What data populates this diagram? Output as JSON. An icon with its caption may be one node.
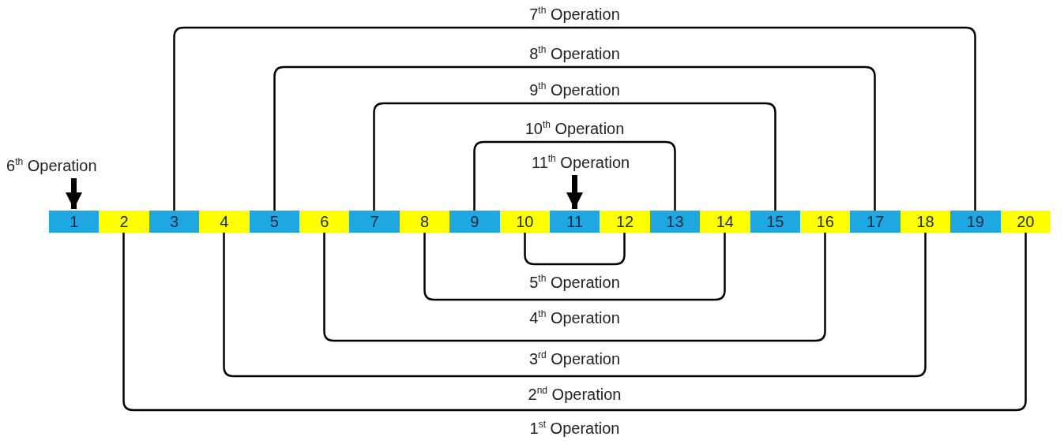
{
  "diagram": {
    "nodes": [
      {
        "text": [
          "1"
        ]
      },
      {
        "text": [
          "2"
        ]
      },
      {
        "text": [
          "3"
        ]
      },
      {
        "text": [
          "4"
        ]
      },
      {
        "text": [
          "5"
        ]
      },
      {
        "text": [
          "6"
        ]
      },
      {
        "text": [
          "7"
        ]
      },
      {
        "text": [
          "8"
        ]
      },
      {
        "text": [
          "9"
        ]
      },
      {
        "text": [
          "10"
        ]
      },
      {
        "text": [
          "11"
        ]
      },
      {
        "text": [
          "12"
        ]
      },
      {
        "text": [
          "13"
        ]
      },
      {
        "text": [
          "14"
        ]
      },
      {
        "text": [
          "15"
        ]
      },
      {
        "text": [
          "16"
        ]
      },
      {
        "text": [
          "17"
        ]
      },
      {
        "text": [
          "18"
        ]
      },
      {
        "text": [
          "19"
        ]
      },
      {
        "text": [
          "20"
        ]
      },
      {
        "text": [
          "6$^{th}$ Operation"
        ]
      },
      {
        "text": [
          "11$^{th}$ Operation"
        ]
      }
    ],
    "edges": [
      {
        "from": 1,
        "to": 19,
        "arrow": "none",
        "label": "1$^{st}$ Operation"
      },
      {
        "from": 3,
        "to": 17,
        "arrow": "none",
        "label": "2$^{nd}$ Operation"
      },
      {
        "from": 5,
        "to": 15,
        "arrow": "none",
        "label": "3$^{rd}$ Operation"
      },
      {
        "from": 7,
        "to": 13,
        "arrow": "none",
        "label": "4$^{th}$ Operation"
      },
      {
        "from": 9,
        "to": 11,
        "arrow": "none",
        "label": "5$^{th}$ Operation"
      },
      {
        "from": 20,
        "to": 0,
        "arrow": "to",
        "style": "thick"
      },
      {
        "from": 2,
        "to": 18,
        "arrow": "none",
        "label": "7$^{th}$ Operation"
      },
      {
        "from": 4,
        "to": 16,
        "arrow": "none",
        "label": "8$^{th}$ Operation"
      },
      {
        "from": 6,
        "to": 14,
        "arrow": "none",
        "label": "9$^{th}$ Operation"
      },
      {
        "from": 8,
        "to": 12,
        "arrow": "none",
        "label": "10$^{th}$ Operation"
      },
      {
        "from": 21,
        "to": 10,
        "arrow": "to",
        "style": "thick"
      }
    ]
  }
}
